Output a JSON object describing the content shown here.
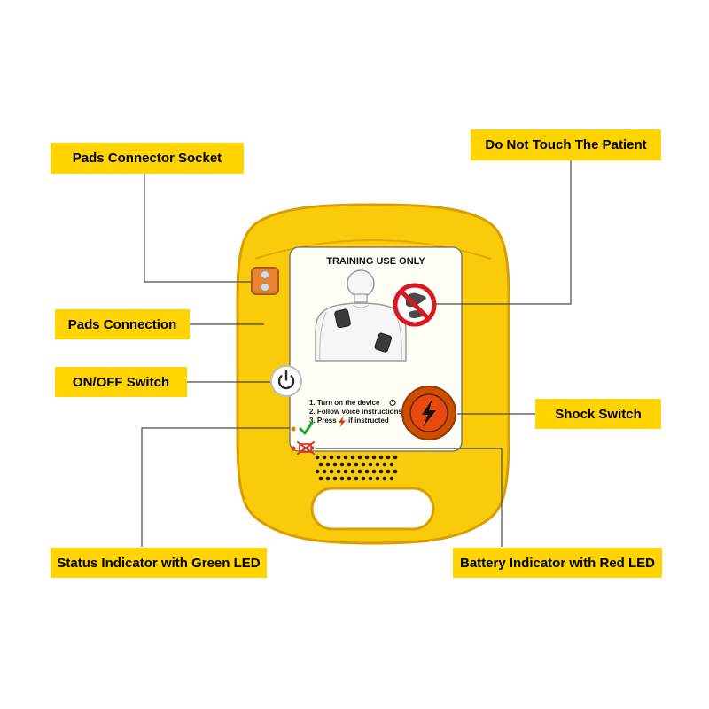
{
  "diagram": {
    "labels": {
      "pads_connector_socket": "Pads Connector Socket",
      "do_not_touch": "Do Not Touch The Patient",
      "pads_connection": "Pads Connection",
      "on_off_switch": "ON/OFF Switch",
      "shock_switch": "Shock Switch",
      "status_indicator": "Status Indicator with Green LED",
      "battery_indicator": "Battery Indicator with Red LED"
    },
    "device": {
      "panel_title": "TRAINING USE ONLY",
      "instructions": {
        "line1": "1. Turn on the device",
        "line2": "2. Follow voice instructions",
        "line3_prefix": "3. Press",
        "line3_suffix": "if instructed"
      }
    },
    "colors": {
      "label_bg": "#FFD400",
      "label_text": "#000000",
      "device_body": "#F9CB0B",
      "device_outline": "#D99E00",
      "panel_bg": "#FFFEF6",
      "shock_button": "#E8490F",
      "prohibition_red": "#D71920",
      "check_green": "#17A62E",
      "battery_red": "#D3342B",
      "socket_orange": "#E8832F",
      "connector_line": "#4a4a4a"
    }
  }
}
